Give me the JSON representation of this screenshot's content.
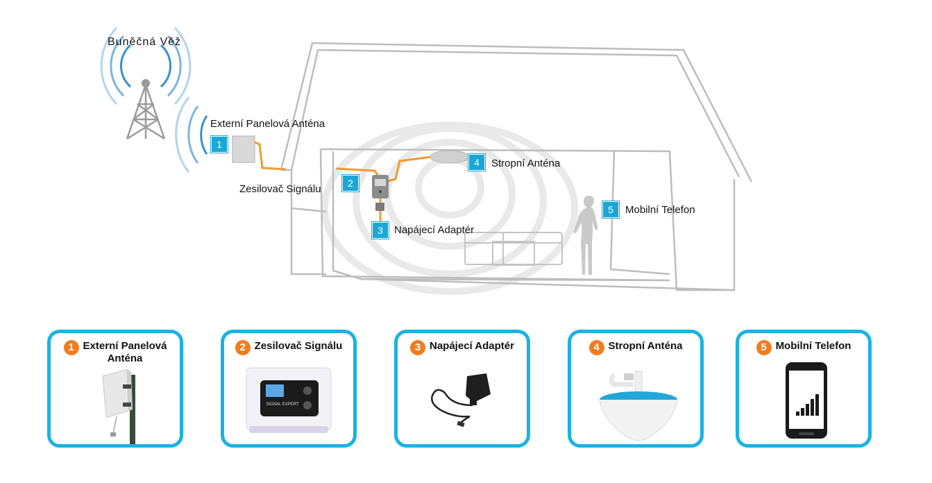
{
  "scene": {
    "tower_label": "Buněčná Věž",
    "callouts": [
      {
        "number": "1",
        "label": "Externí Panelová Anténa"
      },
      {
        "number": "2",
        "label": "Zesilovač Signálu"
      },
      {
        "number": "3",
        "label": "Napájecí Adaptér"
      },
      {
        "number": "4",
        "label": "Stropní Anténa"
      },
      {
        "number": "5",
        "label": "Mobilní Telefon"
      }
    ]
  },
  "cards": [
    {
      "number": "1",
      "title_line1": "Externí Panelová",
      "title_line2": "Anténa",
      "icon": "panel-antenna-icon"
    },
    {
      "number": "2",
      "title_line1": "Zesilovač Signálu",
      "icon": "signal-booster-icon",
      "device_text": "SIGNAL EXPERT"
    },
    {
      "number": "3",
      "title_line1": "Napájecí Adaptér",
      "icon": "power-adapter-icon"
    },
    {
      "number": "4",
      "title_line1": "Stropní Anténa",
      "icon": "ceiling-antenna-icon"
    },
    {
      "number": "5",
      "title_line1": "Mobilní Telefon",
      "icon": "mobile-phone-icon"
    }
  ],
  "colors": {
    "card_border": "#19b3e3",
    "badge": "#1aa7d6",
    "number_circle": "#f07d1f",
    "cable": "#f39a2e"
  }
}
